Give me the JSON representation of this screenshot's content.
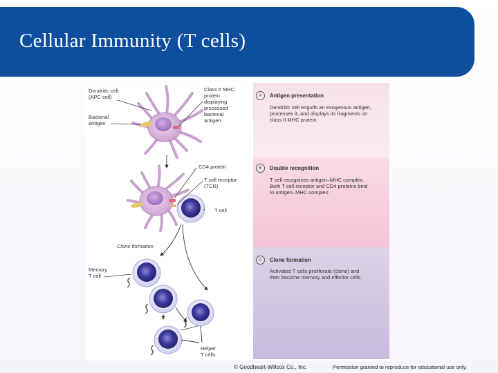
{
  "slide": {
    "title": "Cellular Immunity (T cells)"
  },
  "figure": {
    "labels_left": {
      "dendritic_cell": "Dendritic cell",
      "apc_cell": "(APC cell)",
      "bacterial": "Bacterial",
      "antigen": "antigen",
      "clone_formation": "Clone formation",
      "memory": "Memory",
      "t_cell_left": "T cell"
    },
    "labels_mid": {
      "class2_l1": "Class II MHC",
      "class2_l2": "protein",
      "class2_l3": "displaying",
      "class2_l4": "processed",
      "class2_l5": "bacterial",
      "class2_l6": "antigen",
      "cd4": "CD4 protein",
      "tcr_l1": "T cell receptor",
      "tcr_l2": "(TCR)",
      "t_cell_right": "T cell",
      "helper_l1": "Helper",
      "helper_l2": "T cells"
    },
    "panels": [
      {
        "badge": "A",
        "heading": "Antigen presentation",
        "lines": [
          "Dendritic cell engulfs an exogenous antigen,",
          "processes it, and displays its fragments on",
          "class II MHC protein."
        ]
      },
      {
        "badge": "B",
        "heading": "Double recognition",
        "lines": [
          "T cell recognizes antigen–MHC complex.",
          "Both T cell receptor and CD4 proteins bind",
          "to antigen–MHC complex."
        ]
      },
      {
        "badge": "C",
        "heading": "Clone formation",
        "lines": [
          "Activated T cells proliferate (clone) and",
          "then become memory and effector cells."
        ]
      }
    ]
  },
  "footer": {
    "copyright": "© Goodheart-Willcox Co., Inc.",
    "permission": "Permission granted to reproduce for educational use only."
  },
  "colors": {
    "title_bar": "#0d4f9e",
    "dendritic": "#d9b3d9",
    "nucleus": "#b58ad0",
    "t_cell_dark": "#3c3a9a",
    "t_cell_light": "#dcdcf2"
  }
}
